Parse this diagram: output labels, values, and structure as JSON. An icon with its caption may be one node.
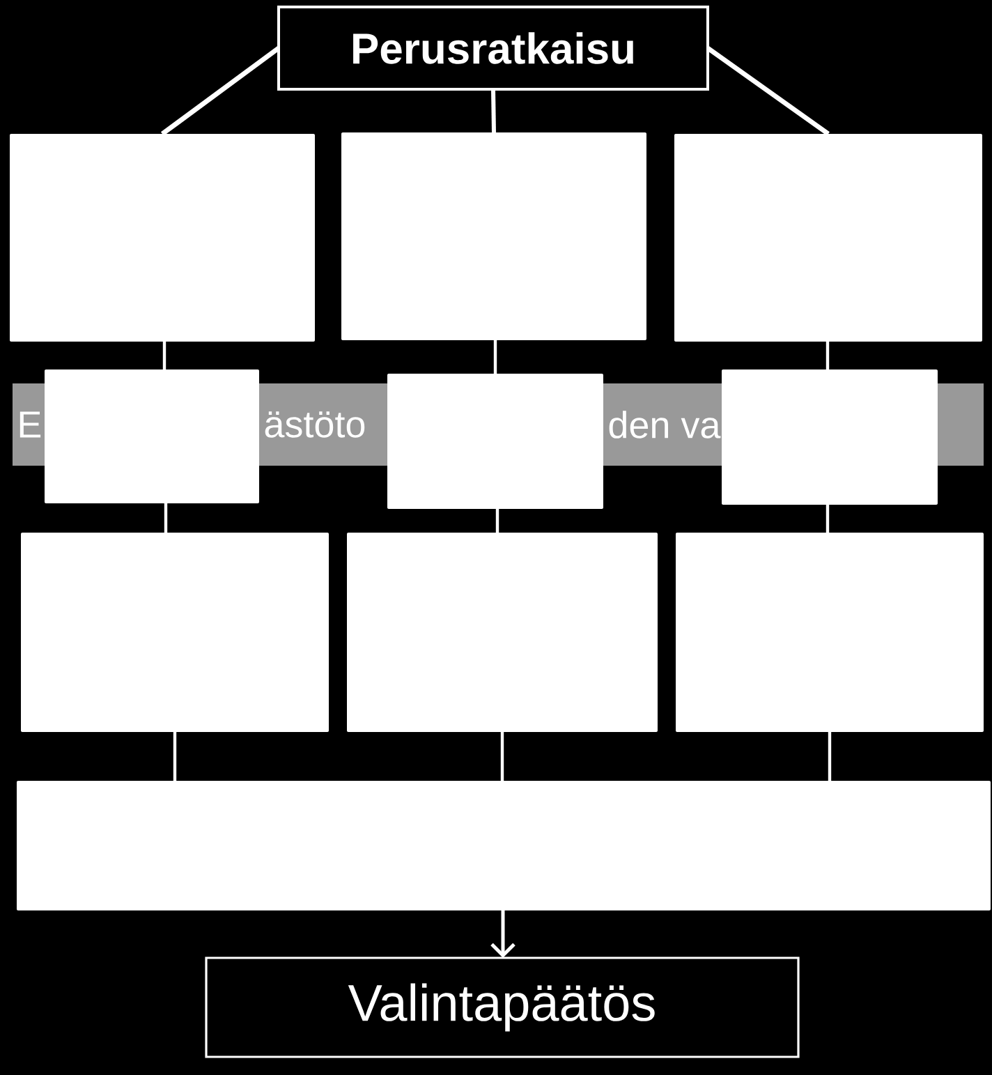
{
  "diagram": {
    "nodes": [
      {
        "text": [
          "Perusratkaisu"
        ]
      },
      {
        "text": [],
        "shape": "box"
      },
      {
        "text": [],
        "shape": "box"
      },
      {
        "text": [],
        "shape": "box"
      },
      {
        "text": [
          "E",
          "ästöto",
          "den va"
        ]
      },
      {
        "text": [],
        "shape": "box"
      },
      {
        "text": [],
        "shape": "box"
      },
      {
        "text": [],
        "shape": "box"
      },
      {
        "text": [],
        "shape": "box"
      },
      {
        "text": [],
        "shape": "box"
      },
      {
        "text": [],
        "shape": "box"
      },
      {
        "text": [],
        "shape": "box"
      },
      {
        "text": [
          "Valintapäätös"
        ]
      }
    ],
    "edges": [
      {
        "from": 0,
        "to": 1,
        "arrow": "none"
      },
      {
        "from": 0,
        "to": 2,
        "arrow": "none"
      },
      {
        "from": 0,
        "to": 3,
        "arrow": "none"
      },
      {
        "from": 1,
        "to": 5,
        "arrow": "none"
      },
      {
        "from": 2,
        "to": 6,
        "arrow": "none"
      },
      {
        "from": 3,
        "to": 7,
        "arrow": "none"
      },
      {
        "from": 5,
        "to": 8,
        "arrow": "none"
      },
      {
        "from": 6,
        "to": 9,
        "arrow": "none"
      },
      {
        "from": 7,
        "to": 10,
        "arrow": "none"
      },
      {
        "from": 8,
        "to": 11,
        "arrow": "none"
      },
      {
        "from": 9,
        "to": 11,
        "arrow": "none"
      },
      {
        "from": 10,
        "to": 11,
        "arrow": "none"
      },
      {
        "from": 11,
        "to": 12,
        "arrow": "to"
      }
    ]
  }
}
